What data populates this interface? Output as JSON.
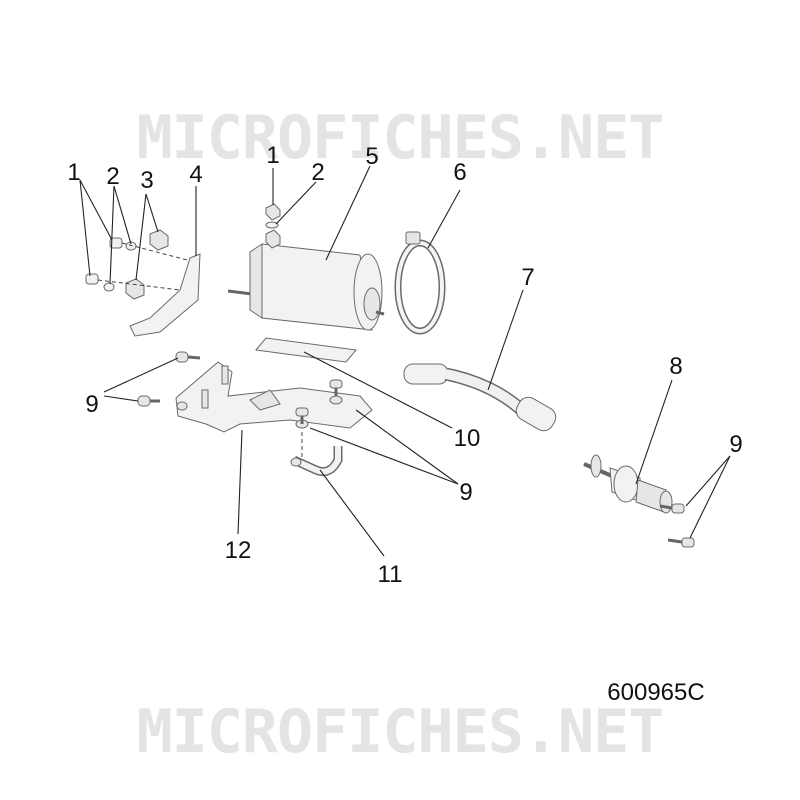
{
  "watermarks": {
    "top": "MICROFICHES.NET",
    "bottom": "MICROFICHES.NET"
  },
  "reference_number": "600965C",
  "callouts": {
    "c1a": "1",
    "c2a": "2",
    "c3": "3",
    "c4": "4",
    "c1b": "1",
    "c2b": "2",
    "c5": "5",
    "c6": "6",
    "c7": "7",
    "c8": "8",
    "c9a": "9",
    "c9b": "9",
    "c9c": "9",
    "c10": "10",
    "c11": "11",
    "c12": "12"
  },
  "colors": {
    "line": "#222222",
    "part_fill": "#f2f2f2",
    "part_edge": "#6a6a6a",
    "watermark": "#e4e4e4"
  }
}
